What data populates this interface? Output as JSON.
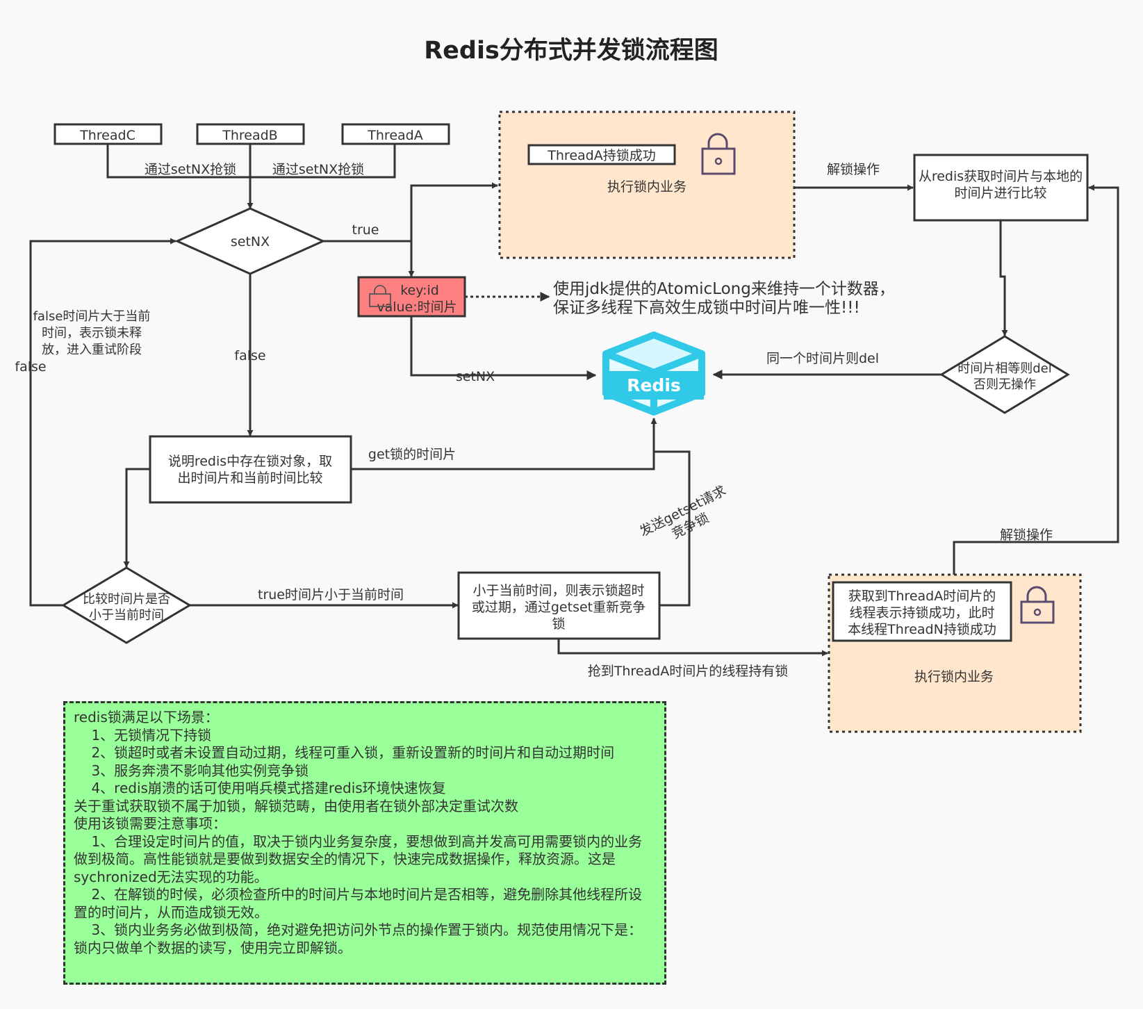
{
  "title": "Redis分布式并发锁流程图",
  "threads": {
    "c": "ThreadC",
    "b": "ThreadB",
    "a": "ThreadA"
  },
  "edge_labels": {
    "setnx_grab_left": "通过setNX抢锁",
    "setnx_grab_right": "通过setNX抢锁",
    "true": "true",
    "false_middle": "false",
    "false_left": "false",
    "false_note": [
      "false时间片大于当前",
      "时间，表示锁未释",
      "放，进入重试阶段"
    ],
    "unlock_top": "解锁操作",
    "setnx_to_redis": "setNX",
    "same_timeslice": "同一个时间片则del",
    "get_timeslice": "get锁的时间片",
    "send_getset": [
      "发送getset请求",
      "竞争锁"
    ],
    "true_less": "true时间片小于当前时间",
    "grab_threada": "抢到ThreadA时间片的线程持有锁",
    "unlock_bottom": "解锁操作"
  },
  "nodes": {
    "setnx_decision": "setNX",
    "keyid": [
      "key:id",
      "value:时间片"
    ],
    "atomic_note": [
      "使用jdk提供的AtomicLong来维持一个计数器，",
      "保证多线程下高效生成锁中时间片唯一性!!!"
    ],
    "lock_zone_top_label": "ThreadA持锁成功",
    "lock_zone_top_task": "执行锁内业务",
    "compare_local": [
      "从redis获取时间片与本地的",
      "时间片进行比较"
    ],
    "equal_decision": [
      "时间片相等则del",
      "否则无操作"
    ],
    "redis_logo": "Redis",
    "explain_box": [
      "说明redis中存在锁对象，取",
      "出时间片和当前时间比较"
    ],
    "compare_decision": [
      "比较时间片是否",
      "小于当前时间"
    ],
    "getset_box": [
      "小于当前时间，则表示锁超时",
      "或过期，通过getset重新竞争",
      "锁"
    ],
    "lock_zone_bottom_label": [
      "获取到ThreadA时间片的",
      "线程表示持锁成功，此时",
      "本线程ThreadN持锁成功"
    ],
    "lock_zone_bottom_task": "执行锁内业务"
  },
  "notes": [
    "redis锁满足以下场景：",
    "    1、无锁情况下持锁",
    "    2、锁超时或者未设置自动过期，线程可重入锁，重新设置新的时间片和自动过期时间",
    "    3、服务奔溃不影响其他实例竞争锁",
    "    4、redis崩溃的话可使用哨兵模式搭建redis环境快速恢复",
    "关于重试获取锁不属于加锁，解锁范畴，由使用者在锁外部决定重试次数",
    "使用该锁需要注意事项：",
    "    1、合理设定时间片的值，取决于锁内业务复杂度，要想做到高并发高可用需要锁内的业务做到极简。高性能锁就是要做到数据安全的情况下，快速完成数据操作，释放资源。这是sychronized无法实现的功能。",
    "    2、在解锁的时候，必须检查所中的时间片与本地时间片是否相等，避免删除其他线程所设置的时间片，从而造成锁无效。",
    "    3、锁内业务务必做到极简，绝对避免把访问外节点的操作置于锁内。规范使用情况下是：锁内只做单个数据的读写，使用完立即解锁。"
  ],
  "colors": {
    "lock_zone_fill": "#ffe6cc",
    "keyid_fill": "#ff8080",
    "notes_fill": "#99ff99",
    "redis_cyan": "#31c9e8"
  },
  "icons": {
    "lock": "lock-icon",
    "redis": "redis-cube-icon"
  }
}
